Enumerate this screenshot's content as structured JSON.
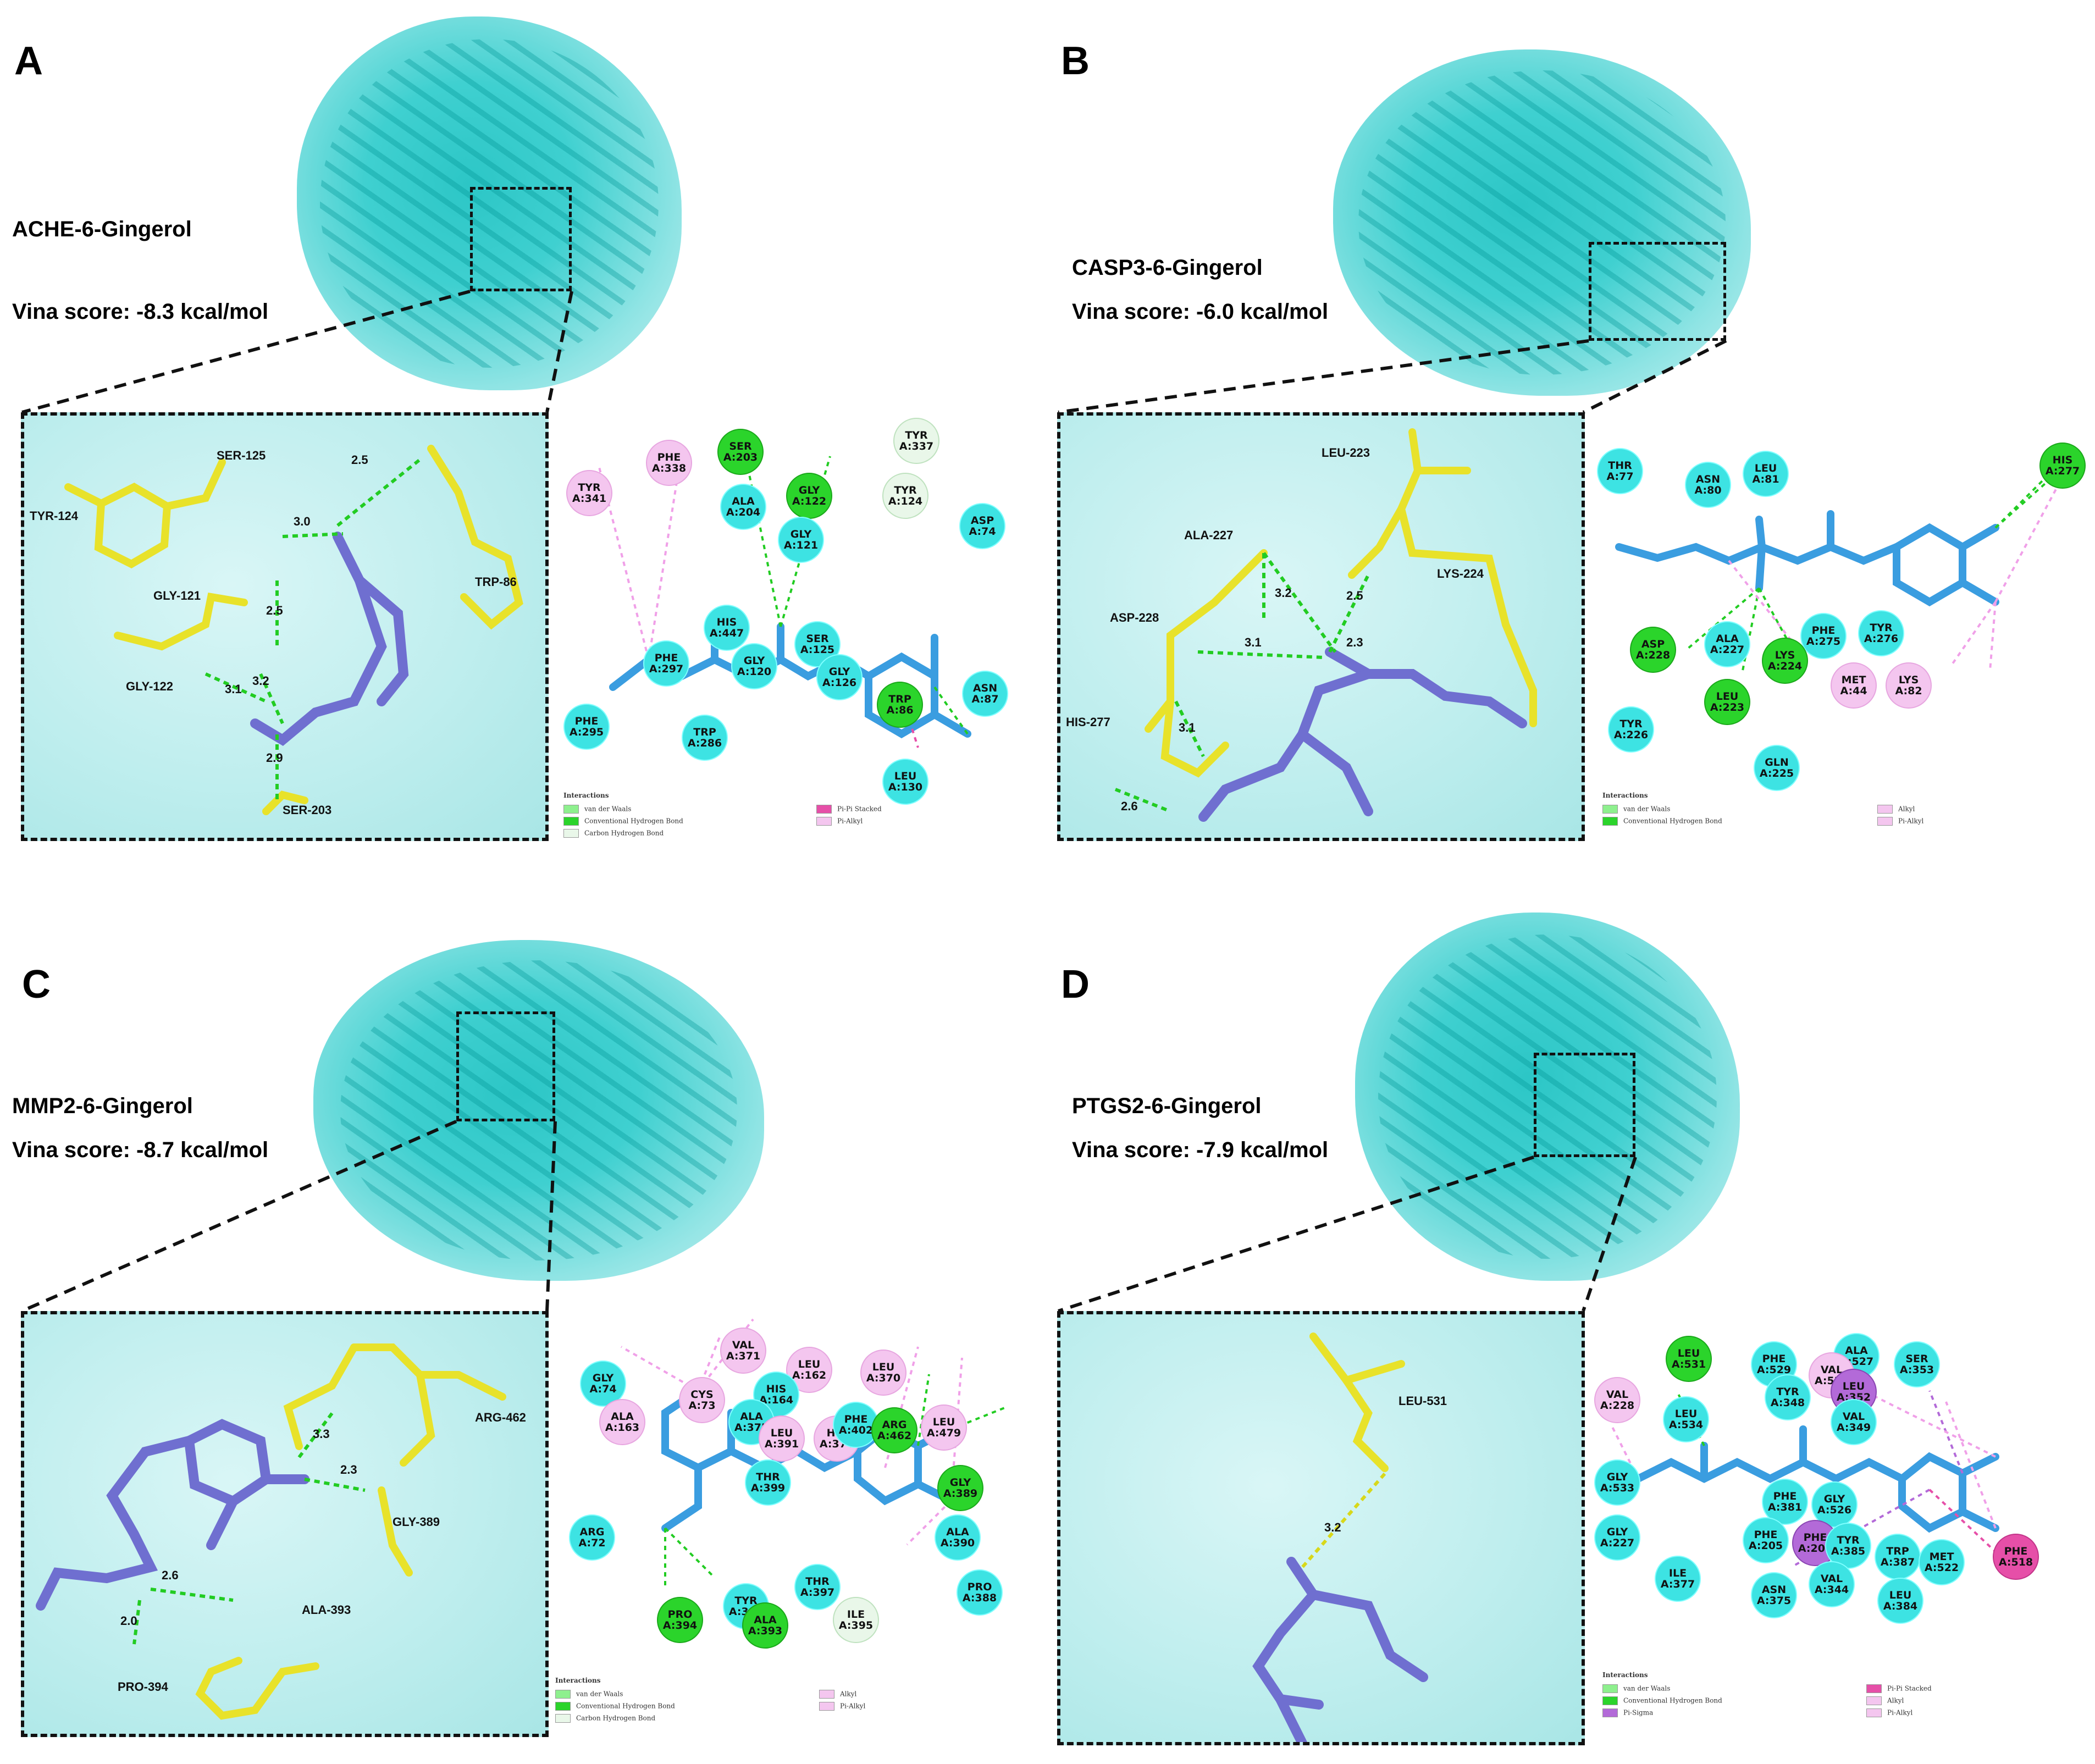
{
  "panels": {
    "A": {
      "letter": "A",
      "title": "ACHE-6-Gingerol",
      "score": "Vina score: -8.3 kcal/mol",
      "residue_labels": [
        "SER-125",
        "TYR-124",
        "TRP-86",
        "GLY-121",
        "GLY-122",
        "SER-203"
      ],
      "distances": [
        "2.5",
        "3.0",
        "2.5",
        "3.2",
        "3.1",
        "2.9"
      ],
      "nodes": [
        {
          "t": "TYR",
          "n": "A:337",
          "k": "ch"
        },
        {
          "t": "PHE",
          "n": "A:338",
          "k": "alkyl"
        },
        {
          "t": "SER",
          "n": "A:203",
          "k": "hb"
        },
        {
          "t": "TYR",
          "n": "A:341",
          "k": "alkyl"
        },
        {
          "t": "ALA",
          "n": "A:204",
          "k": "vdw"
        },
        {
          "t": "GLY",
          "n": "A:122",
          "k": "hb"
        },
        {
          "t": "TYR",
          "n": "A:124",
          "k": "ch"
        },
        {
          "t": "GLY",
          "n": "A:121",
          "k": "vdw"
        },
        {
          "t": "ASP",
          "n": "A:74",
          "k": "vdw"
        },
        {
          "t": "HIS",
          "n": "A:447",
          "k": "vdw"
        },
        {
          "t": "SER",
          "n": "A:125",
          "k": "vdw"
        },
        {
          "t": "PHE",
          "n": "A:297",
          "k": "vdw"
        },
        {
          "t": "GLY",
          "n": "A:120",
          "k": "vdw"
        },
        {
          "t": "GLY",
          "n": "A:126",
          "k": "vdw"
        },
        {
          "t": "TRP",
          "n": "A:86",
          "k": "hb"
        },
        {
          "t": "ASN",
          "n": "A:87",
          "k": "vdw"
        },
        {
          "t": "PHE",
          "n": "A:295",
          "k": "vdw"
        },
        {
          "t": "TRP",
          "n": "A:286",
          "k": "vdw"
        },
        {
          "t": "LEU",
          "n": "A:130",
          "k": "vdw"
        }
      ],
      "legend": [
        "Interactions",
        "van der Waals",
        "Conventional Hydrogen Bond",
        "Carbon Hydrogen Bond",
        "Pi-Pi Stacked",
        "Pi-Alkyl"
      ]
    },
    "B": {
      "letter": "B",
      "title": "CASP3-6-Gingerol",
      "score": "Vina score: -6.0 kcal/mol",
      "residue_labels": [
        "LEU-223",
        "ALA-227",
        "ASP-228",
        "LYS-224",
        "HIS-277"
      ],
      "distances": [
        "3.2",
        "2.5",
        "3.1",
        "2.3",
        "3.1",
        "2.6"
      ],
      "nodes": [
        {
          "t": "THR",
          "n": "A:77",
          "k": "vdw"
        },
        {
          "t": "ASN",
          "n": "A:80",
          "k": "vdw"
        },
        {
          "t": "LEU",
          "n": "A:81",
          "k": "vdw"
        },
        {
          "t": "HIS",
          "n": "A:277",
          "k": "hb"
        },
        {
          "t": "ASP",
          "n": "A:228",
          "k": "hb"
        },
        {
          "t": "ALA",
          "n": "A:227",
          "k": "vdw"
        },
        {
          "t": "PHE",
          "n": "A:275",
          "k": "vdw"
        },
        {
          "t": "TYR",
          "n": "A:276",
          "k": "vdw"
        },
        {
          "t": "LYS",
          "n": "A:224",
          "k": "hb"
        },
        {
          "t": "LEU",
          "n": "A:223",
          "k": "hb"
        },
        {
          "t": "MET",
          "n": "A:44",
          "k": "alkyl"
        },
        {
          "t": "LYS",
          "n": "A:82",
          "k": "alkyl"
        },
        {
          "t": "TYR",
          "n": "A:226",
          "k": "vdw"
        },
        {
          "t": "GLN",
          "n": "A:225",
          "k": "vdw"
        }
      ],
      "legend": [
        "Interactions",
        "van der Waals",
        "Conventional Hydrogen Bond",
        "Alkyl",
        "Pi-Alkyl"
      ]
    },
    "C": {
      "letter": "C",
      "title": "MMP2-6-Gingerol",
      "score": "Vina score: -8.7 kcal/mol",
      "residue_labels": [
        "ARG-462",
        "GLY-389",
        "ALA-393",
        "PRO-394"
      ],
      "distances": [
        "3.3",
        "2.3",
        "2.6",
        "2.0"
      ],
      "nodes": [
        {
          "t": "VAL",
          "n": "A:371",
          "k": "alkyl"
        },
        {
          "t": "LEU",
          "n": "A:162",
          "k": "alkyl"
        },
        {
          "t": "LEU",
          "n": "A:370",
          "k": "alkyl"
        },
        {
          "t": "GLY",
          "n": "A:74",
          "k": "vdw"
        },
        {
          "t": "CYS",
          "n": "A:73",
          "k": "alkyl"
        },
        {
          "t": "HIS",
          "n": "A:164",
          "k": "vdw"
        },
        {
          "t": "ALA",
          "n": "A:375",
          "k": "vdw"
        },
        {
          "t": "ALA",
          "n": "A:163",
          "k": "alkyl"
        },
        {
          "t": "LEU",
          "n": "A:391",
          "k": "alkyl"
        },
        {
          "t": "HIS",
          "n": "A:374",
          "k": "alkyl"
        },
        {
          "t": "PHE",
          "n": "A:402",
          "k": "vdw"
        },
        {
          "t": "ARG",
          "n": "A:462",
          "k": "hb"
        },
        {
          "t": "LEU",
          "n": "A:479",
          "k": "alkyl"
        },
        {
          "t": "THR",
          "n": "A:399",
          "k": "vdw"
        },
        {
          "t": "GLY",
          "n": "A:389",
          "k": "hb"
        },
        {
          "t": "ALA",
          "n": "A:390",
          "k": "vdw"
        },
        {
          "t": "ARG",
          "n": "A:72",
          "k": "vdw"
        },
        {
          "t": "THR",
          "n": "A:397",
          "k": "vdw"
        },
        {
          "t": "TYR",
          "n": "A:396",
          "k": "vdw"
        },
        {
          "t": "ALA",
          "n": "A:393",
          "k": "hb"
        },
        {
          "t": "ILE",
          "n": "A:395",
          "k": "ch"
        },
        {
          "t": "PRO",
          "n": "A:388",
          "k": "vdw"
        },
        {
          "t": "PRO",
          "n": "A:394",
          "k": "hb"
        }
      ],
      "legend": [
        "Interactions",
        "van der Waals",
        "Conventional Hydrogen Bond",
        "Carbon Hydrogen Bond",
        "Alkyl",
        "Pi-Alkyl"
      ]
    },
    "D": {
      "letter": "D",
      "title": "PTGS2-6-Gingerol",
      "score": "Vina score: -7.9 kcal/mol",
      "residue_labels": [
        "LEU-531"
      ],
      "distances": [
        "3.2"
      ],
      "nodes": [
        {
          "t": "ALA",
          "n": "A:527",
          "k": "vdw"
        },
        {
          "t": "LEU",
          "n": "A:531",
          "k": "hb"
        },
        {
          "t": "PHE",
          "n": "A:529",
          "k": "vdw"
        },
        {
          "t": "VAL",
          "n": "A:523",
          "k": "alkyl"
        },
        {
          "t": "SER",
          "n": "A:353",
          "k": "vdw"
        },
        {
          "t": "TYR",
          "n": "A:348",
          "k": "vdw"
        },
        {
          "t": "LEU",
          "n": "A:352",
          "k": "sigma"
        },
        {
          "t": "VAL",
          "n": "A:228",
          "k": "alkyl"
        },
        {
          "t": "LEU",
          "n": "A:534",
          "k": "vdw"
        },
        {
          "t": "VAL",
          "n": "A:349",
          "k": "vdw"
        },
        {
          "t": "GLY",
          "n": "A:533",
          "k": "vdw"
        },
        {
          "t": "PHE",
          "n": "A:381",
          "k": "vdw"
        },
        {
          "t": "GLY",
          "n": "A:526",
          "k": "vdw"
        },
        {
          "t": "GLY",
          "n": "A:227",
          "k": "vdw"
        },
        {
          "t": "PHE",
          "n": "A:205",
          "k": "vdw"
        },
        {
          "t": "PHE",
          "n": "A:209",
          "k": "sigma"
        },
        {
          "t": "TYR",
          "n": "A:385",
          "k": "vdw"
        },
        {
          "t": "TRP",
          "n": "A:387",
          "k": "vdw"
        },
        {
          "t": "MET",
          "n": "A:522",
          "k": "vdw"
        },
        {
          "t": "PHE",
          "n": "A:518",
          "k": "pipi"
        },
        {
          "t": "ILE",
          "n": "A:377",
          "k": "vdw"
        },
        {
          "t": "VAL",
          "n": "A:344",
          "k": "vdw"
        },
        {
          "t": "ASN",
          "n": "A:375",
          "k": "vdw"
        },
        {
          "t": "LEU",
          "n": "A:384",
          "k": "vdw"
        }
      ],
      "legend": [
        "Interactions",
        "van der Waals",
        "Conventional Hydrogen Bond",
        "Pi-Sigma",
        "Pi-Pi Stacked",
        "Alkyl",
        "Pi-Alkyl"
      ]
    }
  },
  "colors": {
    "vdw": "#3de3e3",
    "hb": "#2bd42b",
    "ch": "#e9f7e9",
    "alkyl": "#f4c6ef",
    "pipi": "#e64fa8",
    "sigma": "#b36ad8",
    "ligand": "#6f6fd0",
    "residue": "#e8e22a",
    "ligand2d": "#3a9de0"
  }
}
